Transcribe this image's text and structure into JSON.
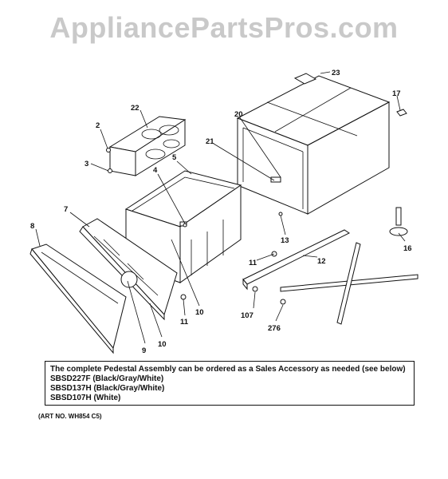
{
  "watermark": "AppliancePartsPros.com",
  "callouts": [
    {
      "id": "p2",
      "label": "2"
    },
    {
      "id": "p3",
      "label": "3"
    },
    {
      "id": "p4",
      "label": "4"
    },
    {
      "id": "p5",
      "label": "5"
    },
    {
      "id": "p7",
      "label": "7"
    },
    {
      "id": "p8",
      "label": "8"
    },
    {
      "id": "p9",
      "label": "9"
    },
    {
      "id": "p10a",
      "label": "10"
    },
    {
      "id": "p10b",
      "label": "10"
    },
    {
      "id": "p11a",
      "label": "11"
    },
    {
      "id": "p11b",
      "label": "11"
    },
    {
      "id": "p12",
      "label": "12"
    },
    {
      "id": "p13",
      "label": "13"
    },
    {
      "id": "p16",
      "label": "16"
    },
    {
      "id": "p17",
      "label": "17"
    },
    {
      "id": "p20",
      "label": "20"
    },
    {
      "id": "p21",
      "label": "21"
    },
    {
      "id": "p22",
      "label": "22"
    },
    {
      "id": "p23",
      "label": "23"
    },
    {
      "id": "p107",
      "label": "107"
    },
    {
      "id": "p276",
      "label": "276"
    }
  ],
  "note": {
    "line1": "The complete Pedestal Assembly can be ordered as a Sales Accessory as needed (see below)",
    "line2": "SBSD227F (Black/Gray/White)",
    "line3": "SBSD137H (Black/Gray/White)",
    "line4": "SBSD107H (White)"
  },
  "art_number": "(ART NO. WH854 C5)"
}
